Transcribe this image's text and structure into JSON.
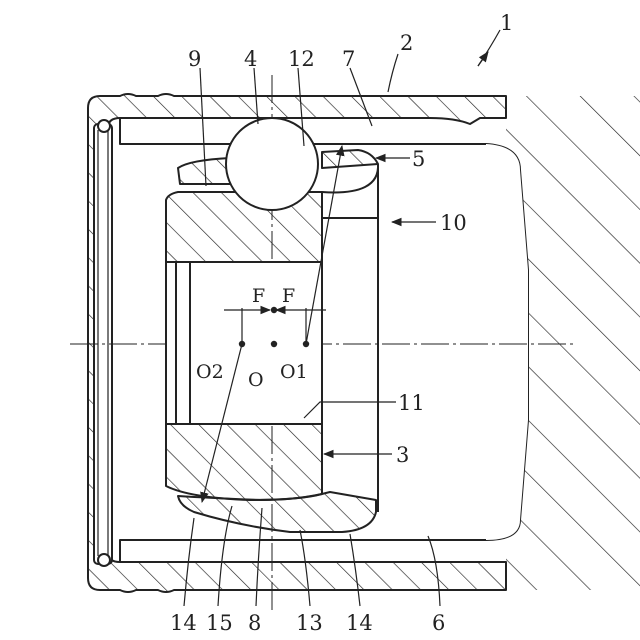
{
  "labels": {
    "n1": "1",
    "n2": "2",
    "n3": "3",
    "n4": "4",
    "n5": "5",
    "n6": "6",
    "n7": "7",
    "n8": "8",
    "n9": "9",
    "n10": "10",
    "n11": "11",
    "n12": "12",
    "n13": "13",
    "n14a": "14",
    "n14b": "14",
    "n15": "15"
  },
  "points": {
    "o": "O",
    "o1": "O1",
    "o2": "O2",
    "f_left": "F",
    "f_right": "F"
  },
  "colors": {
    "line": "#222222",
    "background": "#ffffff"
  }
}
